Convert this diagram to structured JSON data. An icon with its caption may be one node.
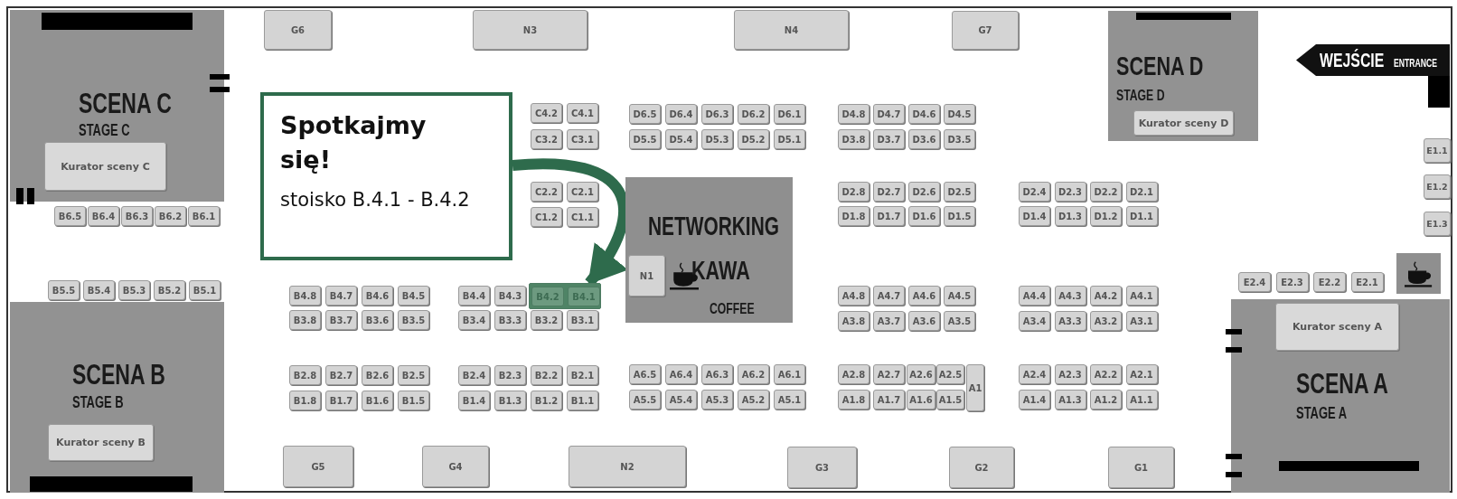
{
  "diagram": {
    "nodes": [
      {
        "text": [
          "SCENA C",
          "STAGE C"
        ]
      },
      {
        "text": [
          "Kurator sceny C"
        ],
        "in": 0
      },
      {
        "text": [
          "G6"
        ]
      },
      {
        "text": [
          "N3"
        ]
      },
      {
        "text": [
          "N4"
        ]
      },
      {
        "text": [
          "G7"
        ]
      },
      {
        "text": [
          "SCENA D",
          "STAGE D"
        ]
      },
      {
        "text": [
          "Kurator sceny D"
        ],
        "in": 6
      },
      {
        "text": [
          "WEJŚCIE",
          "ENTRANCE"
        ]
      },
      {
        "text": [
          "Spotkajmy się!",
          "stoisko B.4.1 - B.4.2"
        ]
      },
      {
        "text": [
          "C4.2"
        ]
      },
      {
        "text": [
          "C4.1"
        ]
      },
      {
        "text": [
          "C3.2"
        ]
      },
      {
        "text": [
          "C3.1"
        ]
      },
      {
        "text": [
          "D6.5"
        ]
      },
      {
        "text": [
          "D6.4"
        ]
      },
      {
        "text": [
          "D6.3"
        ]
      },
      {
        "text": [
          "D6.2"
        ]
      },
      {
        "text": [
          "D6.1"
        ]
      },
      {
        "text": [
          "D5.5"
        ]
      },
      {
        "text": [
          "D5.4"
        ]
      },
      {
        "text": [
          "D5.3"
        ]
      },
      {
        "text": [
          "D5.2"
        ]
      },
      {
        "text": [
          "D5.1"
        ]
      },
      {
        "text": [
          "D4.8"
        ]
      },
      {
        "text": [
          "D4.7"
        ]
      },
      {
        "text": [
          "D4.6"
        ]
      },
      {
        "text": [
          "D4.5"
        ]
      },
      {
        "text": [
          "D3.8"
        ]
      },
      {
        "text": [
          "D3.7"
        ]
      },
      {
        "text": [
          "D3.6"
        ]
      },
      {
        "text": [
          "D3.5"
        ]
      },
      {
        "text": [
          "E1.1"
        ]
      },
      {
        "text": [
          "E1.2"
        ]
      },
      {
        "text": [
          "E1.3"
        ]
      },
      {
        "text": [
          "C2.2"
        ]
      },
      {
        "text": [
          "C2.1"
        ]
      },
      {
        "text": [
          "C1.2"
        ]
      },
      {
        "text": [
          "C1.1"
        ]
      },
      {
        "text": [
          "NETWORKING",
          "KAWA",
          "COFFEE"
        ]
      },
      {
        "text": [
          "N1"
        ],
        "in": 39
      },
      {
        "text": [
          "D2.8"
        ]
      },
      {
        "text": [
          "D2.7"
        ]
      },
      {
        "text": [
          "D2.6"
        ]
      },
      {
        "text": [
          "D2.5"
        ]
      },
      {
        "text": [
          "D1.8"
        ]
      },
      {
        "text": [
          "D1.7"
        ]
      },
      {
        "text": [
          "D1.6"
        ]
      },
      {
        "text": [
          "D1.5"
        ]
      },
      {
        "text": [
          "D2.4"
        ]
      },
      {
        "text": [
          "D2.3"
        ]
      },
      {
        "text": [
          "D2.2"
        ]
      },
      {
        "text": [
          "D2.1"
        ]
      },
      {
        "text": [
          "D1.4"
        ]
      },
      {
        "text": [
          "D1.3"
        ]
      },
      {
        "text": [
          "D1.2"
        ]
      },
      {
        "text": [
          "D1.1"
        ]
      },
      {
        "text": [
          "B6.5"
        ]
      },
      {
        "text": [
          "B6.4"
        ]
      },
      {
        "text": [
          "B6.3"
        ]
      },
      {
        "text": [
          "B6.2"
        ]
      },
      {
        "text": [
          "B6.1"
        ]
      },
      {
        "text": [
          "B5.5"
        ]
      },
      {
        "text": [
          "B5.4"
        ]
      },
      {
        "text": [
          "B5.3"
        ]
      },
      {
        "text": [
          "B5.2"
        ]
      },
      {
        "text": [
          "B5.1"
        ]
      },
      {
        "text": [
          "E2.4"
        ]
      },
      {
        "text": [
          "E2.3"
        ]
      },
      {
        "text": [
          "E2.2"
        ]
      },
      {
        "text": [
          "E2.1"
        ]
      },
      {
        "text": [
          "B4.8"
        ]
      },
      {
        "text": [
          "B4.7"
        ]
      },
      {
        "text": [
          "B4.6"
        ]
      },
      {
        "text": [
          "B4.5"
        ]
      },
      {
        "text": [
          "B4.4"
        ]
      },
      {
        "text": [
          "B4.3"
        ]
      },
      {
        "text": [],
        "shape": "box"
      },
      {
        "text": [
          "B4.2"
        ],
        "in": 77
      },
      {
        "text": [
          "B4.1"
        ],
        "in": 77
      },
      {
        "text": [
          "A4.8"
        ]
      },
      {
        "text": [
          "A4.7"
        ]
      },
      {
        "text": [
          "A4.6"
        ]
      },
      {
        "text": [
          "A4.5"
        ]
      },
      {
        "text": [
          "A4.4"
        ]
      },
      {
        "text": [
          "A4.3"
        ]
      },
      {
        "text": [
          "A4.2"
        ]
      },
      {
        "text": [
          "A4.1"
        ]
      },
      {
        "text": [
          "SCENA A",
          "STAGE A"
        ]
      },
      {
        "text": [
          "Kurator sceny A"
        ],
        "in": 88
      },
      {
        "text": [
          "B3.8"
        ]
      },
      {
        "text": [
          "B3.7"
        ]
      },
      {
        "text": [
          "B3.6"
        ]
      },
      {
        "text": [
          "B3.5"
        ]
      },
      {
        "text": [
          "B3.4"
        ]
      },
      {
        "text": [
          "B3.3"
        ]
      },
      {
        "text": [
          "B3.2"
        ]
      },
      {
        "text": [
          "B3.1"
        ]
      },
      {
        "text": [
          "A3.8"
        ]
      },
      {
        "text": [
          "A3.7"
        ]
      },
      {
        "text": [
          "A3.6"
        ]
      },
      {
        "text": [
          "A3.5"
        ]
      },
      {
        "text": [
          "A3.4"
        ]
      },
      {
        "text": [
          "A3.3"
        ]
      },
      {
        "text": [
          "A3.2"
        ]
      },
      {
        "text": [
          "A3.1"
        ]
      },
      {
        "text": [
          "SCENA B",
          "STAGE B"
        ]
      },
      {
        "text": [
          "Kurator sceny B"
        ],
        "in": 106
      },
      {
        "text": [
          "B2.8"
        ]
      },
      {
        "text": [
          "B2.7"
        ]
      },
      {
        "text": [
          "B2.6"
        ]
      },
      {
        "text": [
          "B2.5"
        ]
      },
      {
        "text": [
          "B2.4"
        ]
      },
      {
        "text": [
          "B2.3"
        ]
      },
      {
        "text": [
          "B2.2"
        ]
      },
      {
        "text": [
          "B2.1"
        ]
      },
      {
        "text": [
          "A6.5"
        ]
      },
      {
        "text": [
          "A6.4"
        ]
      },
      {
        "text": [
          "A6.3"
        ]
      },
      {
        "text": [
          "A6.2"
        ]
      },
      {
        "text": [
          "A6.1"
        ]
      },
      {
        "text": [
          "A2.8"
        ]
      },
      {
        "text": [
          "A2.7"
        ]
      },
      {
        "text": [
          "A2.6"
        ]
      },
      {
        "text": [
          "A2.5"
        ]
      },
      {
        "text": [
          "A1"
        ]
      },
      {
        "text": [
          "A2.4"
        ]
      },
      {
        "text": [
          "A2.3"
        ]
      },
      {
        "text": [
          "A2.2"
        ]
      },
      {
        "text": [
          "A2.1"
        ]
      },
      {
        "text": [
          "B1.8"
        ]
      },
      {
        "text": [
          "B1.7"
        ]
      },
      {
        "text": [
          "B1.6"
        ]
      },
      {
        "text": [
          "B1.5"
        ]
      },
      {
        "text": [
          "B1.4"
        ]
      },
      {
        "text": [
          "B1.3"
        ]
      },
      {
        "text": [
          "B1.2"
        ]
      },
      {
        "text": [
          "B1.1"
        ]
      },
      {
        "text": [
          "A5.5"
        ]
      },
      {
        "text": [
          "A5.4"
        ]
      },
      {
        "text": [
          "A5.3"
        ]
      },
      {
        "text": [
          "A5.2"
        ]
      },
      {
        "text": [
          "A5.1"
        ]
      },
      {
        "text": [
          "A1.8"
        ]
      },
      {
        "text": [
          "A1.7"
        ]
      },
      {
        "text": [
          "A1.6"
        ]
      },
      {
        "text": [
          "A1.5"
        ]
      },
      {
        "text": [
          "A1.4"
        ]
      },
      {
        "text": [
          "A1.3"
        ]
      },
      {
        "text": [
          "A1.2"
        ]
      },
      {
        "text": [
          "A1.1"
        ]
      },
      {
        "text": [
          "G5"
        ]
      },
      {
        "text": [
          "G4"
        ]
      },
      {
        "text": [
          "N2"
        ]
      },
      {
        "text": [
          "G3"
        ]
      },
      {
        "text": [
          "G2"
        ]
      },
      {
        "text": [
          "G1"
        ]
      },
      {
        "text": [],
        "shape": "bar",
        "in": 0
      },
      {
        "text": [],
        "shape": "bar",
        "in": 6
      },
      {
        "text": [],
        "shape": "bar",
        "in": 88
      },
      {
        "text": [],
        "shape": "bar",
        "in": 106
      }
    ],
    "edges": [
      {
        "from": 9,
        "to": 77,
        "arrow": "to",
        "color": "#2e6b4c"
      }
    ]
  }
}
